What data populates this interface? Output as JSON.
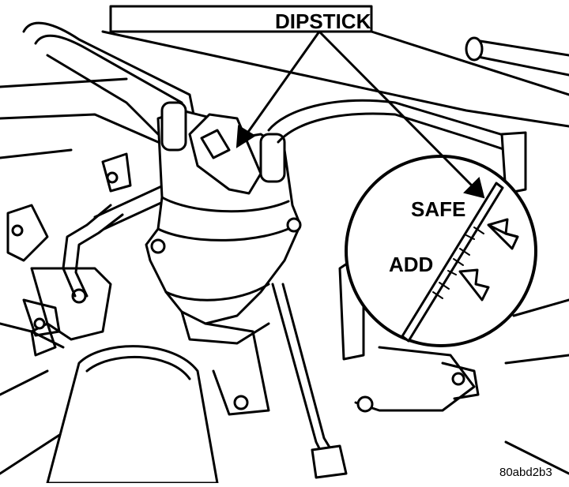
{
  "labels": {
    "dipstick": "DIPSTICK",
    "safe": "SAFE",
    "add": "ADD",
    "figure_code": "80abd2b3"
  },
  "icons": {
    "leader_arrow": "arrow-icon",
    "hollow_arrow": "hollow-arrow-icon"
  },
  "colors": {
    "ink": "#000000",
    "paper": "#ffffff"
  }
}
